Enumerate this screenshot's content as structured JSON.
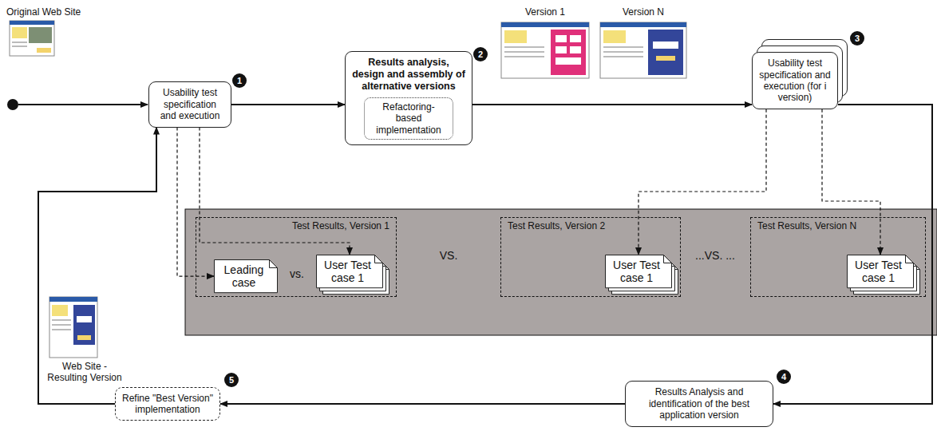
{
  "diagram": {
    "nodes": [
      {
        "text": [
          "Usability test specification and execution"
        ]
      },
      {
        "text": [
          "Results analysis, design and assembly of alternative versions"
        ]
      },
      {
        "text": [
          "Refactoring-based implementation"
        ],
        "in": 1
      },
      {
        "text": [
          "Usability test specification and execution (for i version)"
        ]
      },
      {
        "text": [
          "Test Results, Version 1"
        ]
      },
      {
        "text": [
          "Leading case"
        ],
        "in": 4
      },
      {
        "text": [
          "User Test case 1"
        ],
        "in": 4
      },
      {
        "text": [
          "Test Results, Version 2"
        ]
      },
      {
        "text": [
          "User Test case 1"
        ],
        "in": 7
      },
      {
        "text": [
          "Test Results, Version N"
        ]
      },
      {
        "text": [
          "User Test case 1"
        ],
        "in": 9
      },
      {
        "text": [
          "Results Analysis and identification of the best application version"
        ]
      },
      {
        "text": [
          "Refine \"Best Version\" implementation"
        ]
      }
    ],
    "edges": [
      {
        "from": 0,
        "to": 1,
        "arrow": "to"
      },
      {
        "from": 1,
        "to": 3,
        "arrow": "to"
      },
      {
        "from": 3,
        "to": 11,
        "arrow": "to"
      },
      {
        "from": 11,
        "to": 12,
        "arrow": "to"
      },
      {
        "from": 12,
        "to": 0,
        "arrow": "to"
      },
      {
        "from": 0,
        "to": 5,
        "arrow": "to"
      },
      {
        "from": 0,
        "to": 6,
        "arrow": "to"
      },
      {
        "from": 3,
        "to": 8,
        "arrow": "to"
      },
      {
        "from": 3,
        "to": 10,
        "arrow": "to"
      }
    ],
    "labels": [
      "Original Web Site",
      "1",
      "Version 1",
      "Version N",
      "2",
      "3",
      "vs.",
      "VS.",
      "...VS. ...",
      "Web Site - Resulting Version",
      "4",
      "5"
    ]
  }
}
